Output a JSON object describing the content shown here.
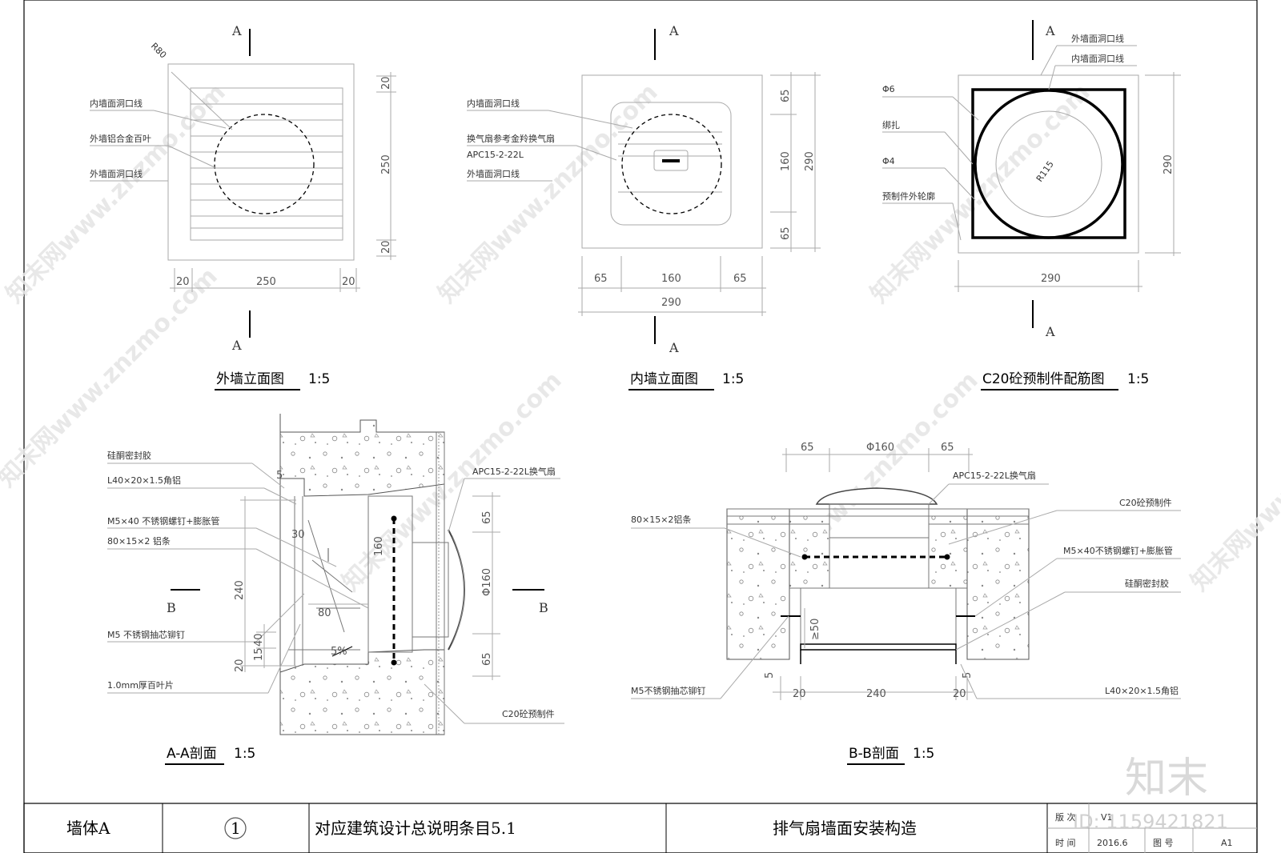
{
  "watermark": {
    "text": "知末网www.znzmo.com",
    "brand": "知末",
    "id": "ID: 1159421821"
  },
  "sections": {
    "mark_a": "A",
    "mark_b": "B"
  },
  "drawings": {
    "outer_wall": {
      "title": "外墙立面图",
      "scale": "1:5",
      "radius_label": "R80",
      "labels": [
        "内墙面洞口线",
        "外墙铝合金百叶",
        "外墙面洞口线"
      ],
      "dims_h": [
        "20",
        "250",
        "20"
      ],
      "dims_v": [
        "20",
        "250",
        "20"
      ]
    },
    "inner_wall": {
      "title": "内墙立面图",
      "scale": "1:5",
      "labels": [
        "内墙面洞口线",
        "换气扇参考金羚换气扇",
        "APC15-2-22L",
        "外墙面洞口线"
      ],
      "dims_h": [
        "65",
        "160",
        "65"
      ],
      "dims_total": "290",
      "dims_v": [
        "65",
        "160",
        "65"
      ],
      "dims_v_total": "290"
    },
    "precast": {
      "title": "C20砼预制件配筋图",
      "scale": "1:5",
      "labels_right": [
        "外墙面洞口线",
        "内墙面洞口线"
      ],
      "labels_left": [
        "Φ6",
        "绑扎",
        "Φ4",
        "预制件外轮廓"
      ],
      "radius_label": "R115",
      "dim_h": "290",
      "dim_v": "290"
    },
    "section_aa": {
      "title": "A-A剖面",
      "scale": "1:5",
      "labels_left": [
        "硅酮密封胶",
        "L40×20×1.5角铝",
        "M5×40 不锈钢螺钉+膨胀管",
        "80×15×2 铝条",
        "M5 不锈钢抽芯铆钉",
        "1.0mm厚百叶片"
      ],
      "labels_right": [
        "APC15-2-22L换气扇",
        "C20砼预制件"
      ],
      "dims": [
        "5",
        "30",
        "240",
        "40",
        "15",
        "20",
        "160",
        "80",
        "5%",
        "65",
        "Φ160",
        "65"
      ]
    },
    "section_bb": {
      "title": "B-B剖面",
      "scale": "1:5",
      "labels_left": [
        "80×15×2铝条",
        "M5不锈钢抽芯铆钉"
      ],
      "labels_right": [
        "APC15-2-22L换气扇",
        "C20砼预制件",
        "M5×40不锈钢螺钉+膨胀管",
        "硅酮密封胶",
        "L40×20×1.5角铝"
      ],
      "dims_top": [
        "65",
        "Φ160",
        "65"
      ],
      "dims_bottom": [
        "5",
        "20",
        "240",
        "20",
        "5"
      ],
      "dim_side": "≥50"
    }
  },
  "title_block": {
    "wall": "墙体A",
    "number": "1",
    "reference": "对应建筑设计总说明条目5.1",
    "name": "排气扇墙面安装构造",
    "version_label": "版 次",
    "version": "V1",
    "date_label": "时 间",
    "date": "2016.6",
    "drawing_no_label": "图 号",
    "drawing_no": "A1"
  }
}
